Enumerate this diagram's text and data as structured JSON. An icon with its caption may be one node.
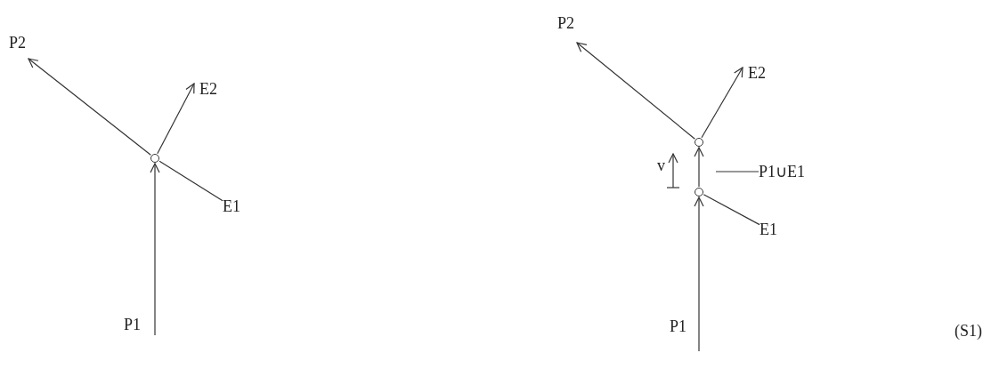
{
  "diagram": {
    "nodes": [
      {
        "text": [],
        "shape": "circle"
      },
      {
        "text": [
          "E1"
        ]
      },
      {
        "text": [],
        "shape": "circle"
      },
      {
        "text": [],
        "shape": "circle"
      },
      {
        "text": [
          "P1∪E1"
        ]
      },
      {
        "text": [
          "E1"
        ]
      }
    ],
    "edges": [
      {
        "from": null,
        "to": 0,
        "arrow": "to",
        "label": "P1"
      },
      {
        "from": 0,
        "to": null,
        "arrow": "to",
        "label": "P2"
      },
      {
        "from": 0,
        "to": null,
        "arrow": "to",
        "label": "E2"
      },
      {
        "from": 1,
        "to": 0,
        "arrow": "none"
      },
      {
        "from": null,
        "to": 3,
        "arrow": "to",
        "label": "P1"
      },
      {
        "from": 3,
        "to": 2,
        "arrow": "to"
      },
      {
        "from": 2,
        "to": null,
        "arrow": "to",
        "label": "P2"
      },
      {
        "from": 2,
        "to": null,
        "arrow": "to",
        "label": "E2"
      },
      {
        "from": 4,
        "to": null,
        "arrow": "none"
      },
      {
        "from": 5,
        "to": 3,
        "arrow": "none"
      }
    ],
    "labels": [
      "v",
      "(S1)"
    ]
  }
}
